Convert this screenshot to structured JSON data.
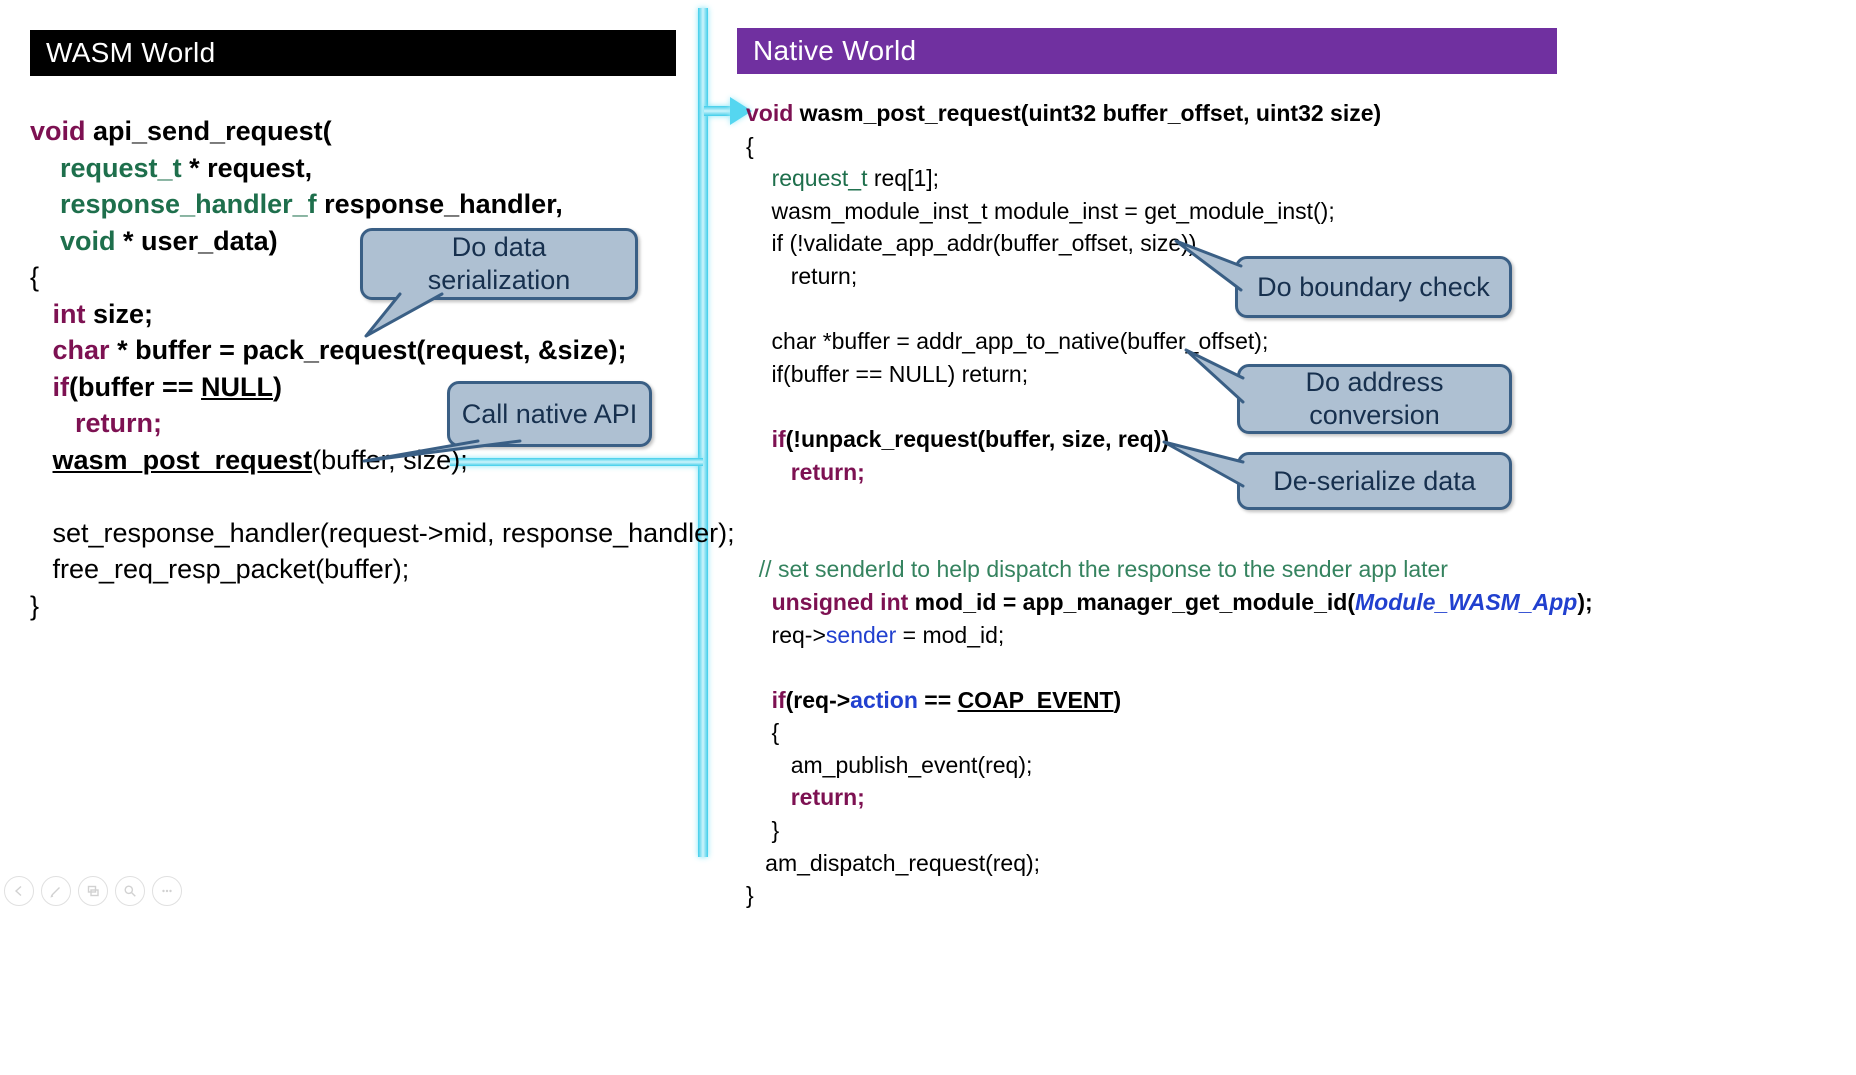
{
  "slide": {
    "headers": {
      "wasm": "WASM World",
      "native": "Native World"
    },
    "colors": {
      "wasm_header_bg": "#000000",
      "native_header_bg": "#7030A0",
      "flow_arrow_cyan": "#55D6F0",
      "callout_fill": "#AEC0D2",
      "callout_border": "#3A5F85",
      "keyword_maroon": "#7D1152",
      "type_green": "#1E6F4C",
      "comment_green": "#35835F",
      "identifier_blue": "#2140CF"
    },
    "callouts": [
      {
        "id": "do-data-serialization",
        "text": "Do data\nserialization"
      },
      {
        "id": "call-native-api",
        "text": "Call native API"
      },
      {
        "id": "do-boundary-check",
        "text": "Do boundary check"
      },
      {
        "id": "do-address-conversion",
        "text": "Do address\nconversion"
      },
      {
        "id": "de-serialize-data",
        "text": "De-serialize data"
      }
    ],
    "left_code": {
      "lines": [
        {
          "s": [
            {
              "c": "kw",
              "t": "void"
            },
            {
              "c": "b",
              "t": " api_send_request("
            }
          ]
        },
        {
          "s": [
            {
              "c": "b",
              "t": "    "
            },
            {
              "c": "type",
              "t": "request_t"
            },
            {
              "c": "b",
              "t": " * request,"
            }
          ]
        },
        {
          "s": [
            {
              "c": "b",
              "t": "    "
            },
            {
              "c": "type",
              "t": "response_handler_f"
            },
            {
              "c": "b",
              "t": " response_handler,"
            }
          ]
        },
        {
          "s": [
            {
              "c": "b",
              "t": "    "
            },
            {
              "c": "type",
              "t": "void"
            },
            {
              "c": "b",
              "t": " * user_data)"
            }
          ]
        },
        {
          "s": [
            {
              "c": "r",
              "t": "{"
            }
          ]
        },
        {
          "s": [
            {
              "c": "r",
              "t": "   "
            },
            {
              "c": "kw",
              "t": "int"
            },
            {
              "c": "b",
              "t": " size;"
            }
          ]
        },
        {
          "s": [
            {
              "c": "r",
              "t": "   "
            },
            {
              "c": "kw",
              "t": "char"
            },
            {
              "c": "b",
              "t": " * buffer = pack_request(request, &size);"
            }
          ]
        },
        {
          "s": [
            {
              "c": "r",
              "t": "   "
            },
            {
              "c": "kw",
              "t": "if"
            },
            {
              "c": "b",
              "t": "(buffer == "
            },
            {
              "c": "bu",
              "t": "NULL"
            },
            {
              "c": "b",
              "t": ")"
            }
          ]
        },
        {
          "s": [
            {
              "c": "r",
              "t": "      "
            },
            {
              "c": "kw",
              "t": "return;"
            }
          ]
        },
        {
          "s": [
            {
              "c": "r",
              "t": "   "
            },
            {
              "c": "bu",
              "t": "wasm_post_request"
            },
            {
              "c": "r",
              "t": "(buffer, size);"
            }
          ]
        },
        {
          "s": []
        },
        {
          "s": [
            {
              "c": "r",
              "t": "   set_response_handler(request->mid, response_handler);"
            }
          ]
        },
        {
          "s": [
            {
              "c": "r",
              "t": "   free_req_resp_packet(buffer);"
            }
          ]
        },
        {
          "s": [
            {
              "c": "r",
              "t": "}"
            }
          ]
        }
      ]
    },
    "right_code": {
      "lines": [
        {
          "s": [
            {
              "c": "kw",
              "t": "void"
            },
            {
              "c": "b",
              "t": " wasm_post_request(uint32 buffer_offset, uint32 size)"
            }
          ]
        },
        {
          "s": [
            {
              "c": "r",
              "t": "{"
            }
          ]
        },
        {
          "s": [
            {
              "c": "r",
              "t": "    "
            },
            {
              "c": "typer",
              "t": "request_t"
            },
            {
              "c": "r",
              "t": " req[1];"
            }
          ]
        },
        {
          "s": [
            {
              "c": "r",
              "t": "    wasm_module_inst_t module_inst = get_module_inst();"
            }
          ]
        },
        {
          "s": [
            {
              "c": "r",
              "t": "    if (!validate_app_addr(buffer_offset, size))"
            }
          ]
        },
        {
          "s": [
            {
              "c": "r",
              "t": "       return;"
            }
          ]
        },
        {
          "s": []
        },
        {
          "s": [
            {
              "c": "r",
              "t": "    char *buffer = addr_app_to_native(buffer_offset);"
            }
          ]
        },
        {
          "s": [
            {
              "c": "r",
              "t": "    if(buffer == NULL) return;"
            }
          ]
        },
        {
          "s": []
        },
        {
          "s": [
            {
              "c": "r",
              "t": "    "
            },
            {
              "c": "kw",
              "t": "if"
            },
            {
              "c": "b",
              "t": "(!unpack_request(buffer, size, req))"
            }
          ]
        },
        {
          "s": [
            {
              "c": "r",
              "t": "       "
            },
            {
              "c": "kw",
              "t": "return;"
            }
          ]
        },
        {
          "s": []
        },
        {
          "s": []
        },
        {
          "s": [
            {
              "c": "r",
              "t": "  "
            },
            {
              "c": "comment",
              "t": "// set senderId to help dispatch the response to the sender app later"
            }
          ]
        },
        {
          "s": [
            {
              "c": "r",
              "t": "    "
            },
            {
              "c": "kw",
              "t": "unsigned int"
            },
            {
              "c": "b",
              "t": " mod_id = app_manager_get_module_id("
            },
            {
              "c": "bluebi",
              "t": "Module_WASM_App"
            },
            {
              "c": "b",
              "t": ");"
            }
          ]
        },
        {
          "s": [
            {
              "c": "r",
              "t": "    req->"
            },
            {
              "c": "blue",
              "t": "sender"
            },
            {
              "c": "r",
              "t": " = mod_id;"
            }
          ]
        },
        {
          "s": []
        },
        {
          "s": [
            {
              "c": "r",
              "t": "    "
            },
            {
              "c": "kw",
              "t": "if"
            },
            {
              "c": "b",
              "t": "(req->"
            },
            {
              "c": "blueb",
              "t": "action"
            },
            {
              "c": "b",
              "t": " == "
            },
            {
              "c": "bu",
              "t": "COAP_EVENT"
            },
            {
              "c": "b",
              "t": ")"
            }
          ]
        },
        {
          "s": [
            {
              "c": "r",
              "t": "    {"
            }
          ]
        },
        {
          "s": [
            {
              "c": "r",
              "t": "       am_publish_event(req);"
            }
          ]
        },
        {
          "s": [
            {
              "c": "r",
              "t": "       "
            },
            {
              "c": "kw",
              "t": "return;"
            }
          ]
        },
        {
          "s": [
            {
              "c": "r",
              "t": "    }"
            }
          ]
        },
        {
          "s": [
            {
              "c": "r",
              "t": "   am_dispatch_request(req);"
            }
          ]
        },
        {
          "s": [
            {
              "c": "r",
              "t": "}"
            }
          ]
        }
      ]
    },
    "controls": {
      "items": [
        {
          "name": "previous-slide"
        },
        {
          "name": "pen-tool"
        },
        {
          "name": "all-slides"
        },
        {
          "name": "zoom-tool"
        },
        {
          "name": "more-options"
        }
      ]
    }
  }
}
